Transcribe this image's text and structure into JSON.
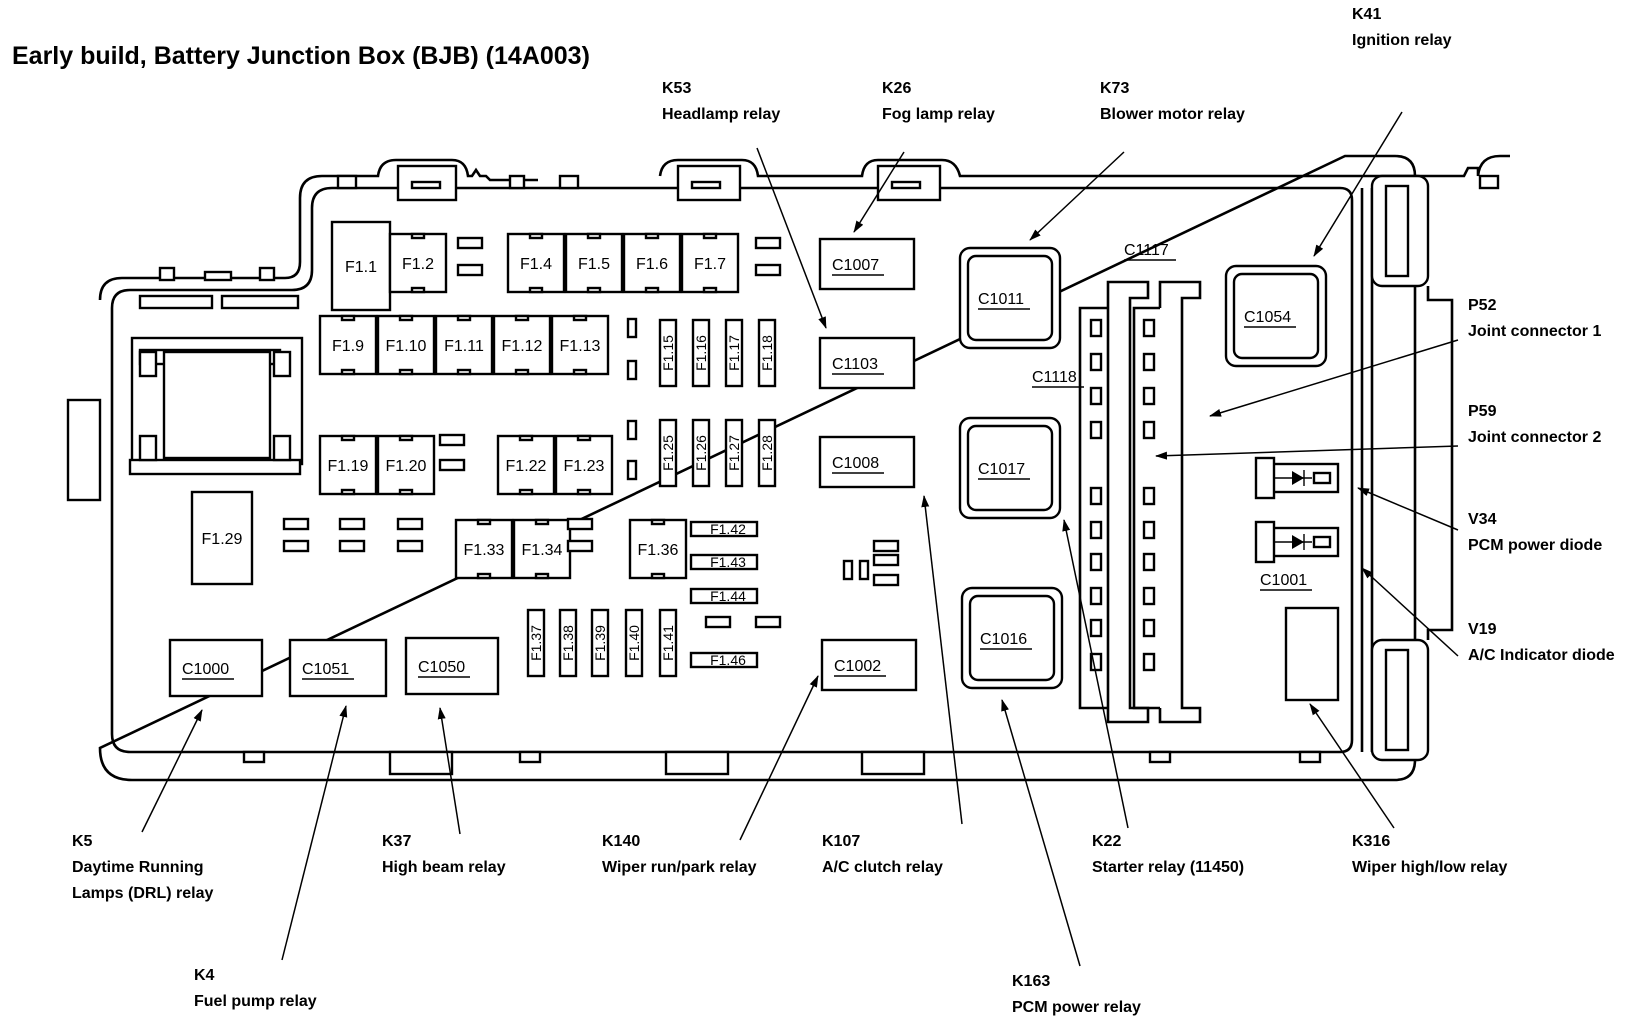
{
  "title": "Early build, Battery Junction Box (BJB) (14A003)",
  "fuses": {
    "large": [
      {
        "id": "F1.1"
      },
      {
        "id": "F1.2"
      },
      {
        "id": "F1.4"
      },
      {
        "id": "F1.5"
      },
      {
        "id": "F1.6"
      },
      {
        "id": "F1.7"
      },
      {
        "id": "F1.9"
      },
      {
        "id": "F1.10"
      },
      {
        "id": "F1.11"
      },
      {
        "id": "F1.12"
      },
      {
        "id": "F1.13"
      },
      {
        "id": "F1.19"
      },
      {
        "id": "F1.20"
      },
      {
        "id": "F1.22"
      },
      {
        "id": "F1.23"
      },
      {
        "id": "F1.29"
      },
      {
        "id": "F1.33"
      },
      {
        "id": "F1.34"
      },
      {
        "id": "F1.36"
      }
    ],
    "vertical_mini": [
      {
        "id": "F1.15"
      },
      {
        "id": "F1.16"
      },
      {
        "id": "F1.17"
      },
      {
        "id": "F1.18"
      },
      {
        "id": "F1.25"
      },
      {
        "id": "F1.26"
      },
      {
        "id": "F1.27"
      },
      {
        "id": "F1.28"
      },
      {
        "id": "F1.37"
      },
      {
        "id": "F1.38"
      },
      {
        "id": "F1.39"
      },
      {
        "id": "F1.40"
      },
      {
        "id": "F1.41"
      }
    ],
    "horizontal_mini": [
      {
        "id": "F1.42"
      },
      {
        "id": "F1.43"
      },
      {
        "id": "F1.44"
      },
      {
        "id": "F1.46"
      }
    ]
  },
  "connectors": [
    {
      "id": "C1007"
    },
    {
      "id": "C1103"
    },
    {
      "id": "C1008"
    },
    {
      "id": "C1002"
    },
    {
      "id": "C1011"
    },
    {
      "id": "C1017"
    },
    {
      "id": "C1016"
    },
    {
      "id": "C1054"
    },
    {
      "id": "C1117"
    },
    {
      "id": "C1118"
    },
    {
      "id": "C1001"
    },
    {
      "id": "C1000"
    },
    {
      "id": "C1051"
    },
    {
      "id": "C1050"
    }
  ],
  "callouts": [
    {
      "code": "K53",
      "desc": [
        "Headlamp relay"
      ]
    },
    {
      "code": "K26",
      "desc": [
        "Fog lamp relay"
      ]
    },
    {
      "code": "K73",
      "desc": [
        "Blower motor relay"
      ]
    },
    {
      "code": "K41",
      "desc": [
        "Ignition relay"
      ]
    },
    {
      "code": "P52",
      "desc": [
        "Joint connector 1"
      ]
    },
    {
      "code": "P59",
      "desc": [
        "Joint connector 2"
      ]
    },
    {
      "code": "V34",
      "desc": [
        "PCM power diode"
      ]
    },
    {
      "code": "V19",
      "desc": [
        "A/C Indicator diode"
      ]
    },
    {
      "code": "K5",
      "desc": [
        "Daytime Running",
        "Lamps (DRL) relay"
      ]
    },
    {
      "code": "K4",
      "desc": [
        "Fuel pump relay"
      ]
    },
    {
      "code": "K37",
      "desc": [
        "High beam relay"
      ]
    },
    {
      "code": "K140",
      "desc": [
        "Wiper run/park relay"
      ]
    },
    {
      "code": "K107",
      "desc": [
        "A/C clutch relay"
      ]
    },
    {
      "code": "K163",
      "desc": [
        "PCM power relay"
      ]
    },
    {
      "code": "K22",
      "desc": [
        "Starter relay (11450)"
      ]
    },
    {
      "code": "K316",
      "desc": [
        "Wiper high/low relay"
      ]
    }
  ]
}
